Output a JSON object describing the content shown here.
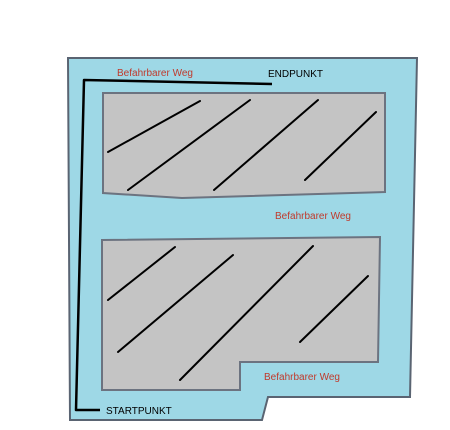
{
  "labels": {
    "road_top": "Befahrbarer Weg",
    "road_middle": "Befahrbarer Weg",
    "road_bottom": "Befahrbarer Weg",
    "end_point": "ENDPUNKT",
    "start_point": "STARTPUNKT"
  },
  "colors": {
    "road": "#9ed8e6",
    "outline": "#5a6472",
    "block": "#c4c4c4",
    "block_border": "#6c7380",
    "hatch": "#000000",
    "route": "#000000",
    "road_label": "#c0392b"
  }
}
